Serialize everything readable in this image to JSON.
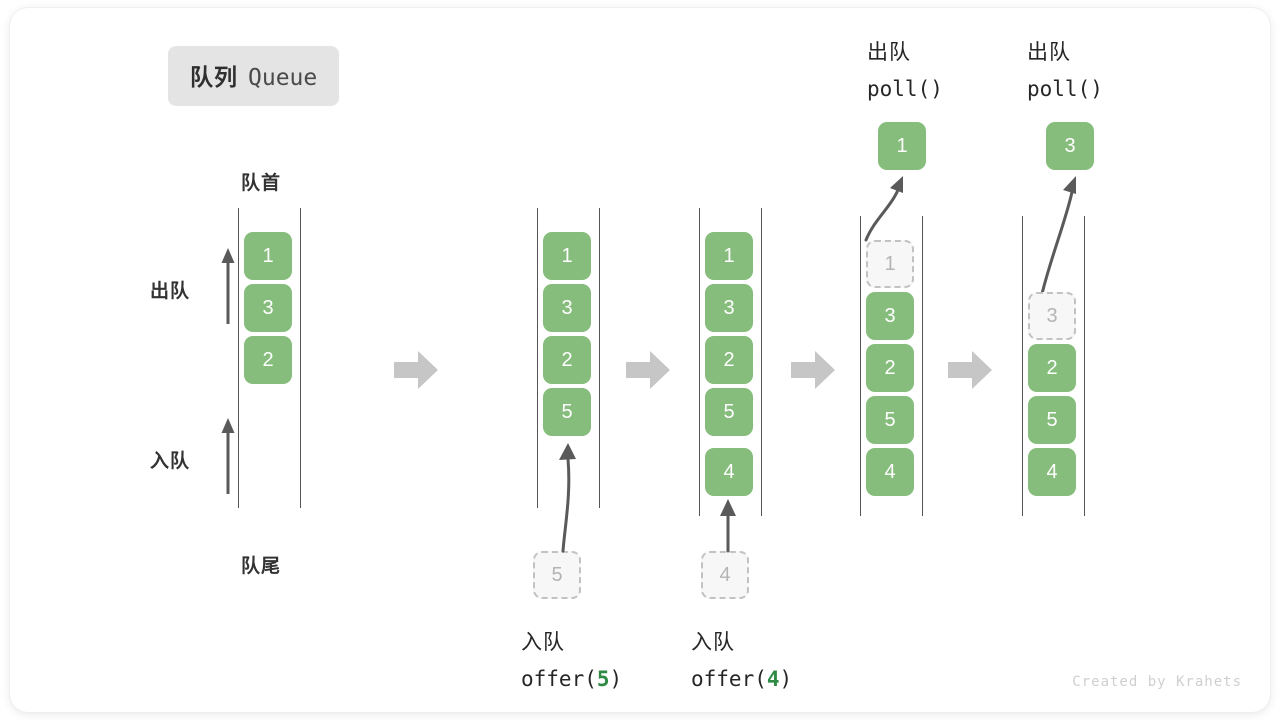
{
  "title": {
    "cn": "队列",
    "en": "Queue"
  },
  "labels": {
    "front": "队首",
    "rear": "队尾",
    "dequeue": "出队",
    "enqueue": "入队"
  },
  "footer": "Created by Krahets",
  "colors": {
    "cell_fill": "#86bd7c",
    "cell_text": "#ffffff",
    "ghost_fill": "#f7f7f7",
    "ghost_border": "#c2c2c2",
    "ghost_text": "#b4b4b4",
    "rail": "#555555",
    "arrow_gray": "#c6c6c6",
    "curve_arrow": "#5a5a5a",
    "accent_green": "#2f8a43",
    "badge_bg": "#e4e4e4",
    "footer_text": "#cfcfcf"
  },
  "steps": [
    {
      "id": "initial",
      "cells": [
        "1",
        "3",
        "2"
      ],
      "ghost_index": null,
      "ghost_value": null,
      "popped": null,
      "op_cn": null,
      "op_code": null,
      "op_arg": null,
      "incoming_ghost": null
    },
    {
      "id": "after-offer-5",
      "cells": [
        "1",
        "3",
        "2",
        "5"
      ],
      "ghost_index": null,
      "ghost_value": null,
      "popped": null,
      "op_cn": "入队",
      "op_code_prefix": "offer(",
      "op_arg": "5",
      "op_code_suffix": ")",
      "incoming_ghost": "5"
    },
    {
      "id": "after-offer-4",
      "cells": [
        "1",
        "3",
        "2",
        "5",
        "4"
      ],
      "ghost_index": null,
      "ghost_value": null,
      "popped": null,
      "op_cn": "入队",
      "op_code_prefix": "offer(",
      "op_arg": "4",
      "op_code_suffix": ")",
      "incoming_ghost": "4"
    },
    {
      "id": "poll-1",
      "cells": [
        "3",
        "2",
        "5",
        "4"
      ],
      "ghost_index": 0,
      "ghost_value": "1",
      "popped": "1",
      "op_cn": "出队",
      "op_code_prefix": "poll(",
      "op_arg": "",
      "op_code_suffix": ")",
      "incoming_ghost": null
    },
    {
      "id": "poll-3",
      "cells": [
        "2",
        "5",
        "4"
      ],
      "ghost_index": 1,
      "ghost_value": "3",
      "popped": "3",
      "op_cn": "出队",
      "op_code_prefix": "poll(",
      "op_arg": "",
      "op_code_suffix": ")",
      "incoming_ghost": null
    }
  ],
  "icons": {
    "step_arrow": "right-block-arrow-icon",
    "up_arrow": "up-arrow-icon",
    "curve_arrow": "curved-arrow-icon"
  }
}
